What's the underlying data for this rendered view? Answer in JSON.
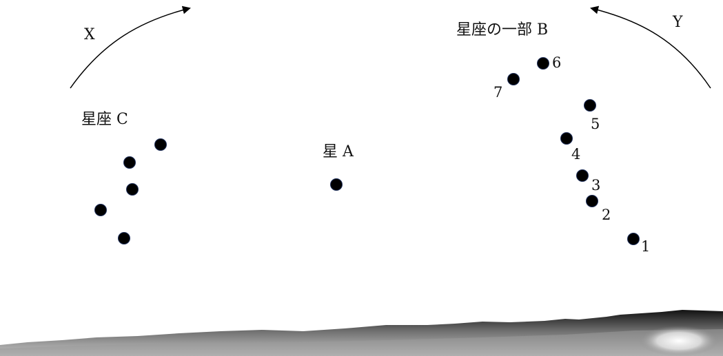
{
  "labels": {
    "x_arrow": "X",
    "y_arrow": "Y",
    "constellation_b": "星座の一部 B",
    "constellation_c": "星座 C",
    "star_a": "星 A"
  },
  "constellation_b_numbers": [
    "1",
    "2",
    "3",
    "4",
    "5",
    "6",
    "7"
  ],
  "colors": {
    "star": "#000000",
    "ground_dark": "#111111",
    "ground_light": "#f2f2f2",
    "background": "#ffffff"
  },
  "icons": {
    "x_arrow": "curved-arrow-up-right",
    "y_arrow": "curved-arrow-up-left"
  }
}
